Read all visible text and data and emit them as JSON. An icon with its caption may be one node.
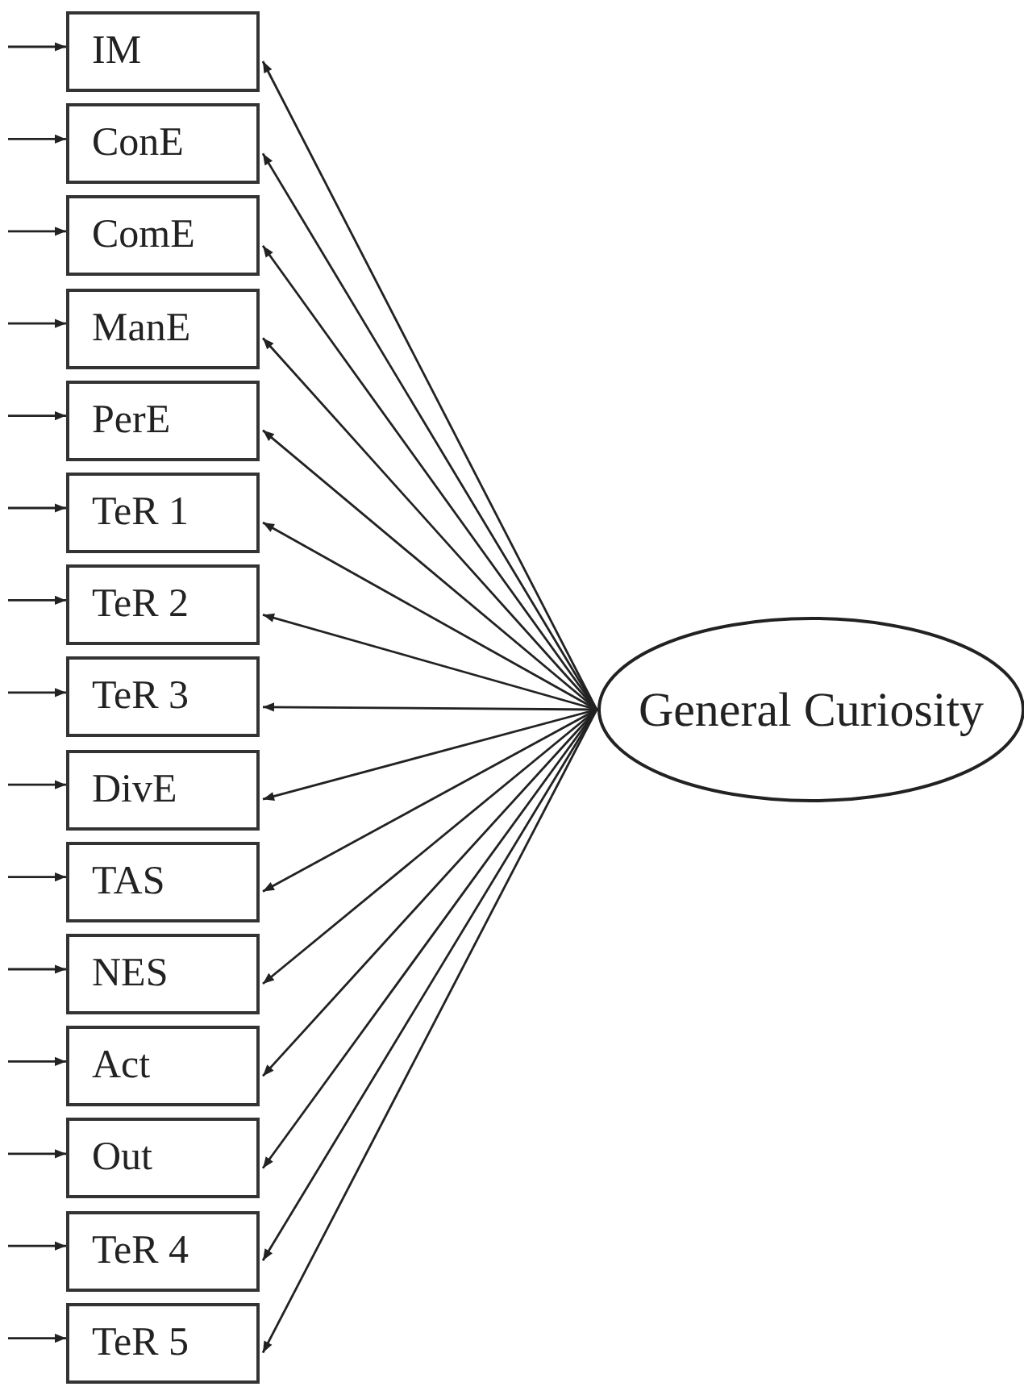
{
  "diagram": {
    "nodes": [
      {
        "text": [
          "IM"
        ]
      },
      {
        "text": [
          "ConE"
        ]
      },
      {
        "text": [
          "ComE"
        ]
      },
      {
        "text": [
          "ManE"
        ]
      },
      {
        "text": [
          "PerE"
        ]
      },
      {
        "text": [
          "TeR 1"
        ]
      },
      {
        "text": [
          "TeR 2"
        ]
      },
      {
        "text": [
          "TeR 3"
        ]
      },
      {
        "text": [
          "DivE"
        ]
      },
      {
        "text": [
          "TAS"
        ]
      },
      {
        "text": [
          "NES"
        ]
      },
      {
        "text": [
          "Act"
        ]
      },
      {
        "text": [
          "Out"
        ]
      },
      {
        "text": [
          "TeR 4"
        ]
      },
      {
        "text": [
          "TeR 5"
        ]
      },
      {
        "text": [
          "General Curiosity"
        ]
      }
    ],
    "edges": [
      {
        "from": null,
        "to": 0,
        "arrow": "to"
      },
      {
        "from": null,
        "to": 1,
        "arrow": "to"
      },
      {
        "from": null,
        "to": 2,
        "arrow": "to"
      },
      {
        "from": null,
        "to": 3,
        "arrow": "to"
      },
      {
        "from": null,
        "to": 4,
        "arrow": "to"
      },
      {
        "from": null,
        "to": 5,
        "arrow": "to"
      },
      {
        "from": null,
        "to": 6,
        "arrow": "to"
      },
      {
        "from": null,
        "to": 7,
        "arrow": "to"
      },
      {
        "from": null,
        "to": 8,
        "arrow": "to"
      },
      {
        "from": null,
        "to": 9,
        "arrow": "to"
      },
      {
        "from": null,
        "to": 10,
        "arrow": "to"
      },
      {
        "from": null,
        "to": 11,
        "arrow": "to"
      },
      {
        "from": null,
        "to": 12,
        "arrow": "to"
      },
      {
        "from": null,
        "to": 13,
        "arrow": "to"
      },
      {
        "from": null,
        "to": 14,
        "arrow": "to"
      },
      {
        "from": 15,
        "to": 0,
        "arrow": "to"
      },
      {
        "from": 15,
        "to": 1,
        "arrow": "to"
      },
      {
        "from": 15,
        "to": 2,
        "arrow": "to"
      },
      {
        "from": 15,
        "to": 3,
        "arrow": "to"
      },
      {
        "from": 15,
        "to": 4,
        "arrow": "to"
      },
      {
        "from": 15,
        "to": 5,
        "arrow": "to"
      },
      {
        "from": 15,
        "to": 6,
        "arrow": "to"
      },
      {
        "from": 15,
        "to": 7,
        "arrow": "to"
      },
      {
        "from": 15,
        "to": 8,
        "arrow": "to"
      },
      {
        "from": 15,
        "to": 9,
        "arrow": "to"
      },
      {
        "from": 15,
        "to": 10,
        "arrow": "to"
      },
      {
        "from": 15,
        "to": 11,
        "arrow": "to"
      },
      {
        "from": 15,
        "to": 12,
        "arrow": "to"
      },
      {
        "from": 15,
        "to": 13,
        "arrow": "to"
      },
      {
        "from": 15,
        "to": 14,
        "arrow": "to"
      }
    ]
  }
}
